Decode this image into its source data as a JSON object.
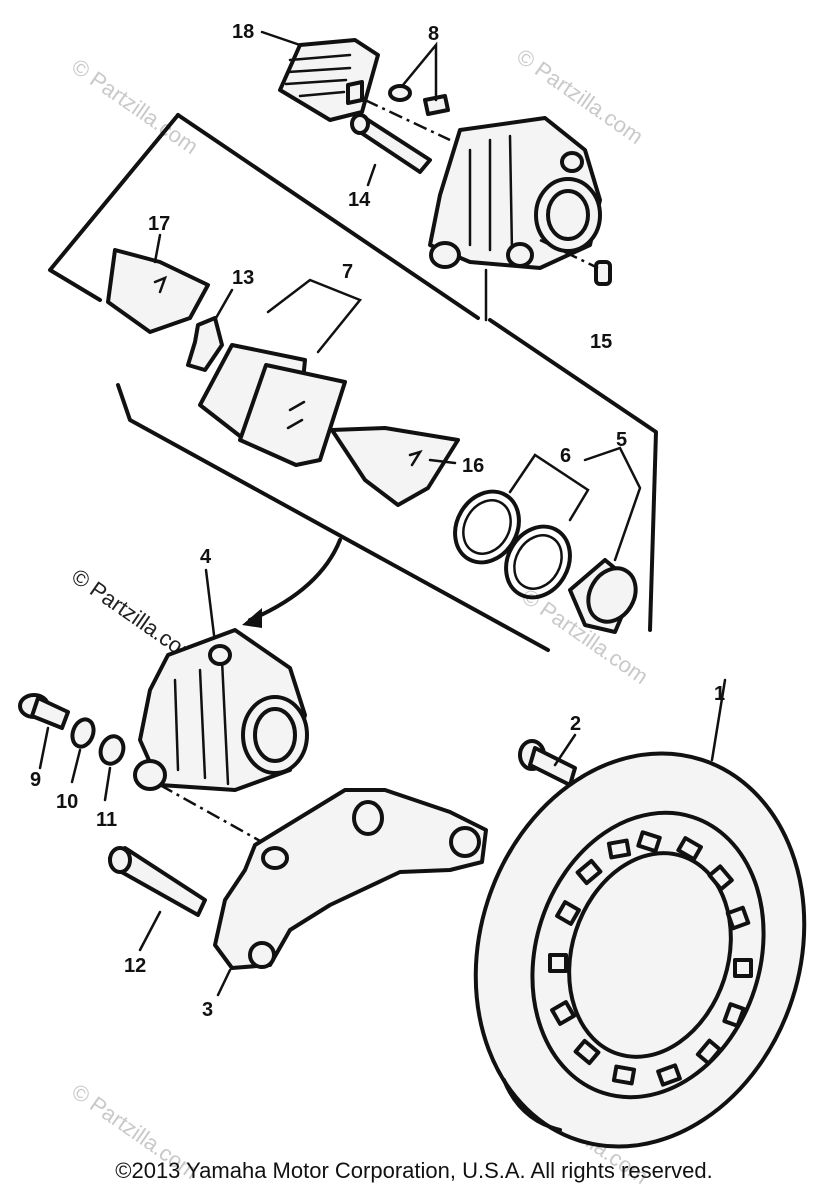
{
  "diagram": {
    "callouts": [
      "1",
      "2",
      "3",
      "4",
      "5",
      "6",
      "7",
      "8",
      "9",
      "10",
      "11",
      "12",
      "13",
      "14",
      "15",
      "16",
      "17",
      "18"
    ],
    "watermark": "© Partzilla.com"
  },
  "footer": {
    "copyright": "©2013 Yamaha Motor Corporation, U.S.A. All rights reserved."
  }
}
